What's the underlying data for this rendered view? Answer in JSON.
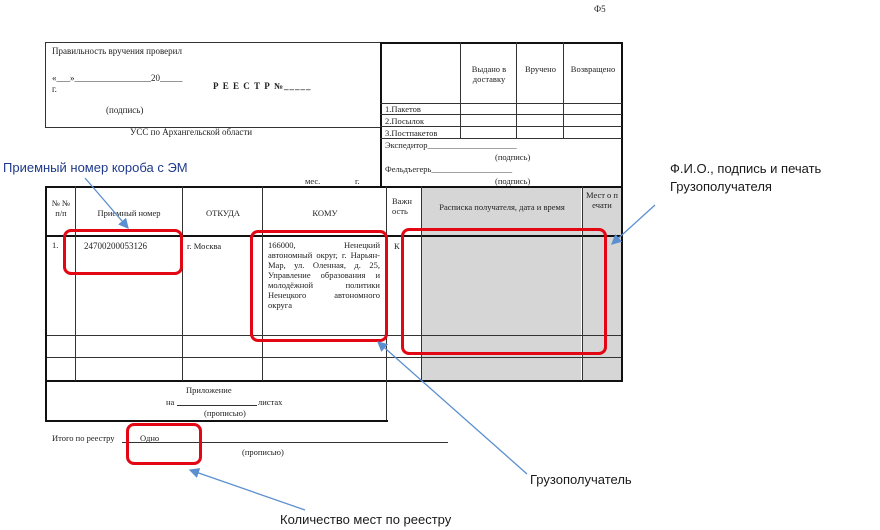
{
  "form_code": "Ф5",
  "top_left": {
    "checked_label": "Правильность вручения проверил",
    "date_line": "«___»_________________20_____",
    "year_suffix": "г.",
    "signature_label": "(подпись)",
    "ucc_label": "УСС по Архангельской области"
  },
  "registry_title": "Р Е Е С Т Р №_____",
  "summary_table": {
    "headers": [
      "Выдано в доставку",
      "Вручено",
      "Возвращено"
    ],
    "rows": [
      "1.Пакетов",
      "2.Посылок",
      "3.Постпакетов"
    ],
    "expeditor": "Экспедитор_____________________",
    "courier": "Фельдъегерь___________________",
    "signature": "(подпись)"
  },
  "date_row": {
    "month": "мес.",
    "year": "г."
  },
  "main_table": {
    "headers": {
      "num": "№ № п/п",
      "receipt": "Приемный номер",
      "from": "ОТКУДА",
      "to": "КОМУ",
      "importance": "Важность",
      "sign": "Расписка получателя, дата и время",
      "places": "Мест о печати"
    },
    "rows": [
      {
        "num": "1.",
        "receipt": "24700200053126",
        "from": "г. Москва",
        "to": "166000, Ненецкий автономный округ, г. Нарьян-Мар, ул. Оленная, д. 25, Управление образования и молодёжной политики Ненецкого автономного округа",
        "importance": "К"
      }
    ]
  },
  "appendix": {
    "label": "Приложение",
    "on": "на",
    "sheets": "листах",
    "words": "(прописью)"
  },
  "total": {
    "label": "Итого по реестру",
    "value": "Одно",
    "words": "(прописью)"
  },
  "annotations": {
    "receipt_number": "Приемный номер короба с ЭМ",
    "recipient_sign": "Ф.И.О., подпись и печать Грузополучателя",
    "recipient": "Грузополучатель",
    "places_count": "Количество мест по реестру"
  },
  "colors": {
    "highlight": "#e30613",
    "arrow": "#5b8fd0",
    "shade": "#d6d6d6"
  }
}
